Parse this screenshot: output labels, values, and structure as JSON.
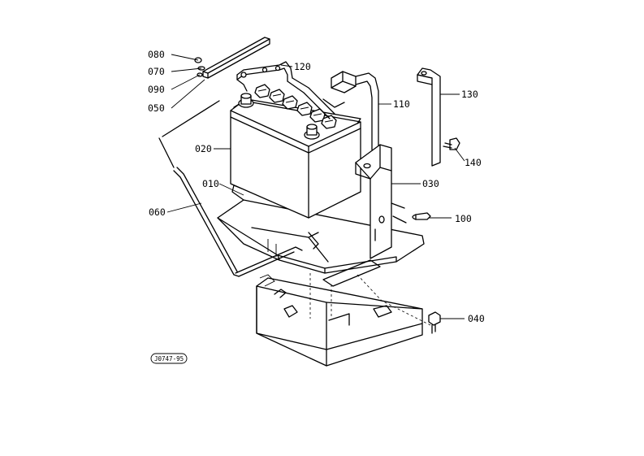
{
  "diagram": {
    "drawing_code": "J0747-95",
    "callouts": [
      {
        "id": "080",
        "label": "080"
      },
      {
        "id": "070",
        "label": "070"
      },
      {
        "id": "090",
        "label": "090"
      },
      {
        "id": "050",
        "label": "050"
      },
      {
        "id": "120",
        "label": "120"
      },
      {
        "id": "110",
        "label": "110"
      },
      {
        "id": "130",
        "label": "130"
      },
      {
        "id": "020",
        "label": "020"
      },
      {
        "id": "140",
        "label": "140"
      },
      {
        "id": "010",
        "label": "010"
      },
      {
        "id": "030",
        "label": "030"
      },
      {
        "id": "060",
        "label": "060"
      },
      {
        "id": "100",
        "label": "100"
      },
      {
        "id": "040",
        "label": "040"
      }
    ]
  }
}
